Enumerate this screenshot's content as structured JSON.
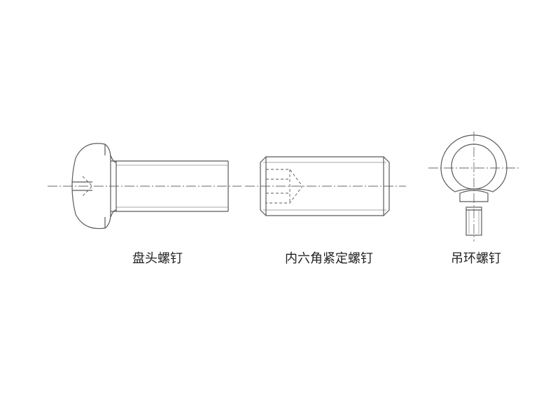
{
  "labels": {
    "pan_head": "盘头螺钉",
    "set_screw": "内六角紧定螺钉",
    "eye_bolt": "吊环螺钉"
  },
  "colors": {
    "line": "#5a5a5a",
    "text": "#222222",
    "background": "#ffffff"
  }
}
